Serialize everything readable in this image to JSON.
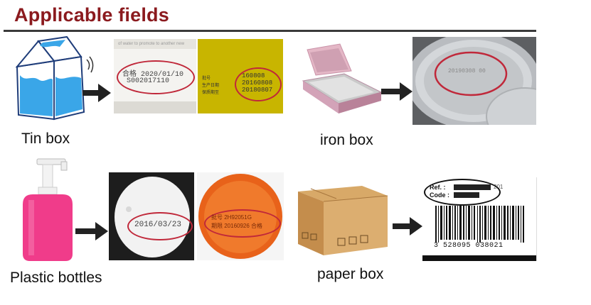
{
  "header": {
    "title": "Applicable fields"
  },
  "sections": {
    "tin_box": {
      "label": "Tin box"
    },
    "iron_box": {
      "label": "iron box"
    },
    "plastic_bottles": {
      "label": "Plastic bottles"
    },
    "paper_box": {
      "label": "paper box"
    }
  },
  "samples": {
    "carton_print": {
      "line1": "合格 2020/01/10",
      "line2": "S002017110"
    },
    "yellow_print": {
      "line1": "160808",
      "line2": "20160808",
      "line3": "20180807",
      "legend1": "批号",
      "legend2": "生产日期",
      "legend3": "保质期至"
    },
    "white_cap": {
      "text": "2016/03/23"
    },
    "orange_cap": {
      "line1": "批号 2H92051G",
      "line2": "期限 20160926 合格"
    },
    "barcode": {
      "ref_label": "Ref. :",
      "code_label": "Code :",
      "number": "3 528095 038021"
    }
  },
  "colors": {
    "accent": "#8b1a1e",
    "ring": "#c0283a",
    "yellow": "#c8b500"
  }
}
